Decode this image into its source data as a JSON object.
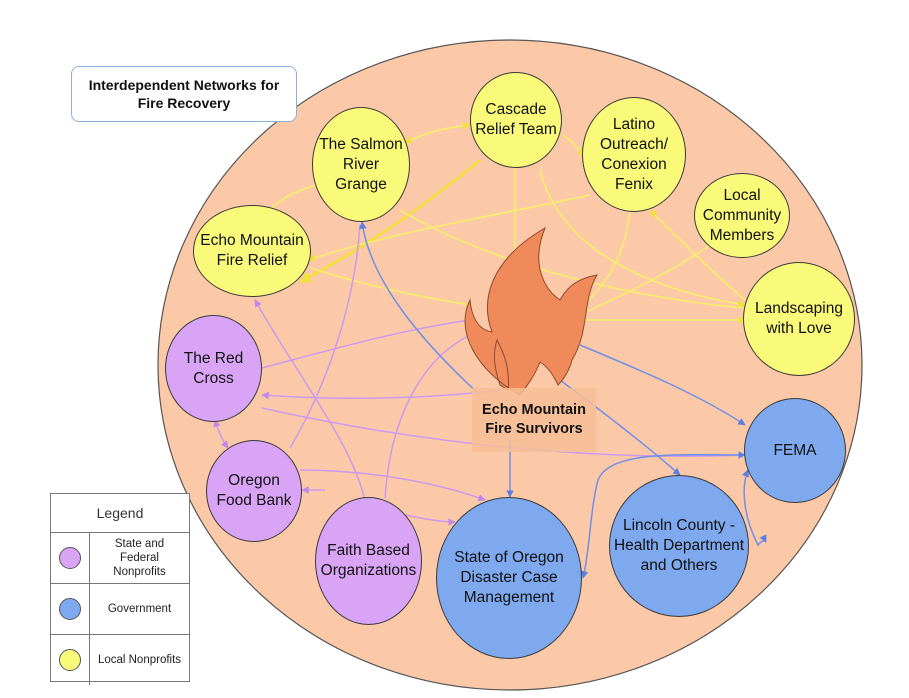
{
  "title": "Interdependent Networks for Fire Recovery",
  "center": {
    "label": "Echo Mountain\nFire Survivors"
  },
  "colors": {
    "background_ellipse": "#fcc9a8",
    "flame": "#f08a5a",
    "local": "#fafa7a",
    "state": "#d9a4f5",
    "gov": "#7fa9ef",
    "edge_local": "#f7ef6a",
    "edge_state": "#cc99ee",
    "edge_gov": "#6f8fe8"
  },
  "nodes": {
    "cascade": {
      "label": "Cascade\nRelief Team"
    },
    "salmon": {
      "label": "The Salmon\nRiver\nGrange"
    },
    "latino": {
      "label": "Latino\nOutreach/\nConexion\nFenix"
    },
    "local_community": {
      "label": "Local\nCommunity\nMembers"
    },
    "echo_relief": {
      "label": "Echo Mountain\nFire Relief"
    },
    "landscaping": {
      "label": "Landscaping\nwith Love"
    },
    "red_cross": {
      "label": "The Red\nCross"
    },
    "food_bank": {
      "label": "Oregon\nFood Bank"
    },
    "faith": {
      "label": "Faith Based\nOrganizations"
    },
    "state_oregon": {
      "label": "State of Oregon\nDisaster Case\nManagement"
    },
    "lincoln": {
      "label": "Lincoln County -\nHealth Department\nand Others"
    },
    "fema": {
      "label": "FEMA"
    }
  },
  "legend": {
    "title": "Legend",
    "items": [
      {
        "label": "State and\nFederal\nNonprofits",
        "color": "#d9a4f5"
      },
      {
        "label": "Government",
        "color": "#7fa9ef"
      },
      {
        "label": "Local Nonprofits",
        "color": "#fafa7a"
      }
    ]
  }
}
